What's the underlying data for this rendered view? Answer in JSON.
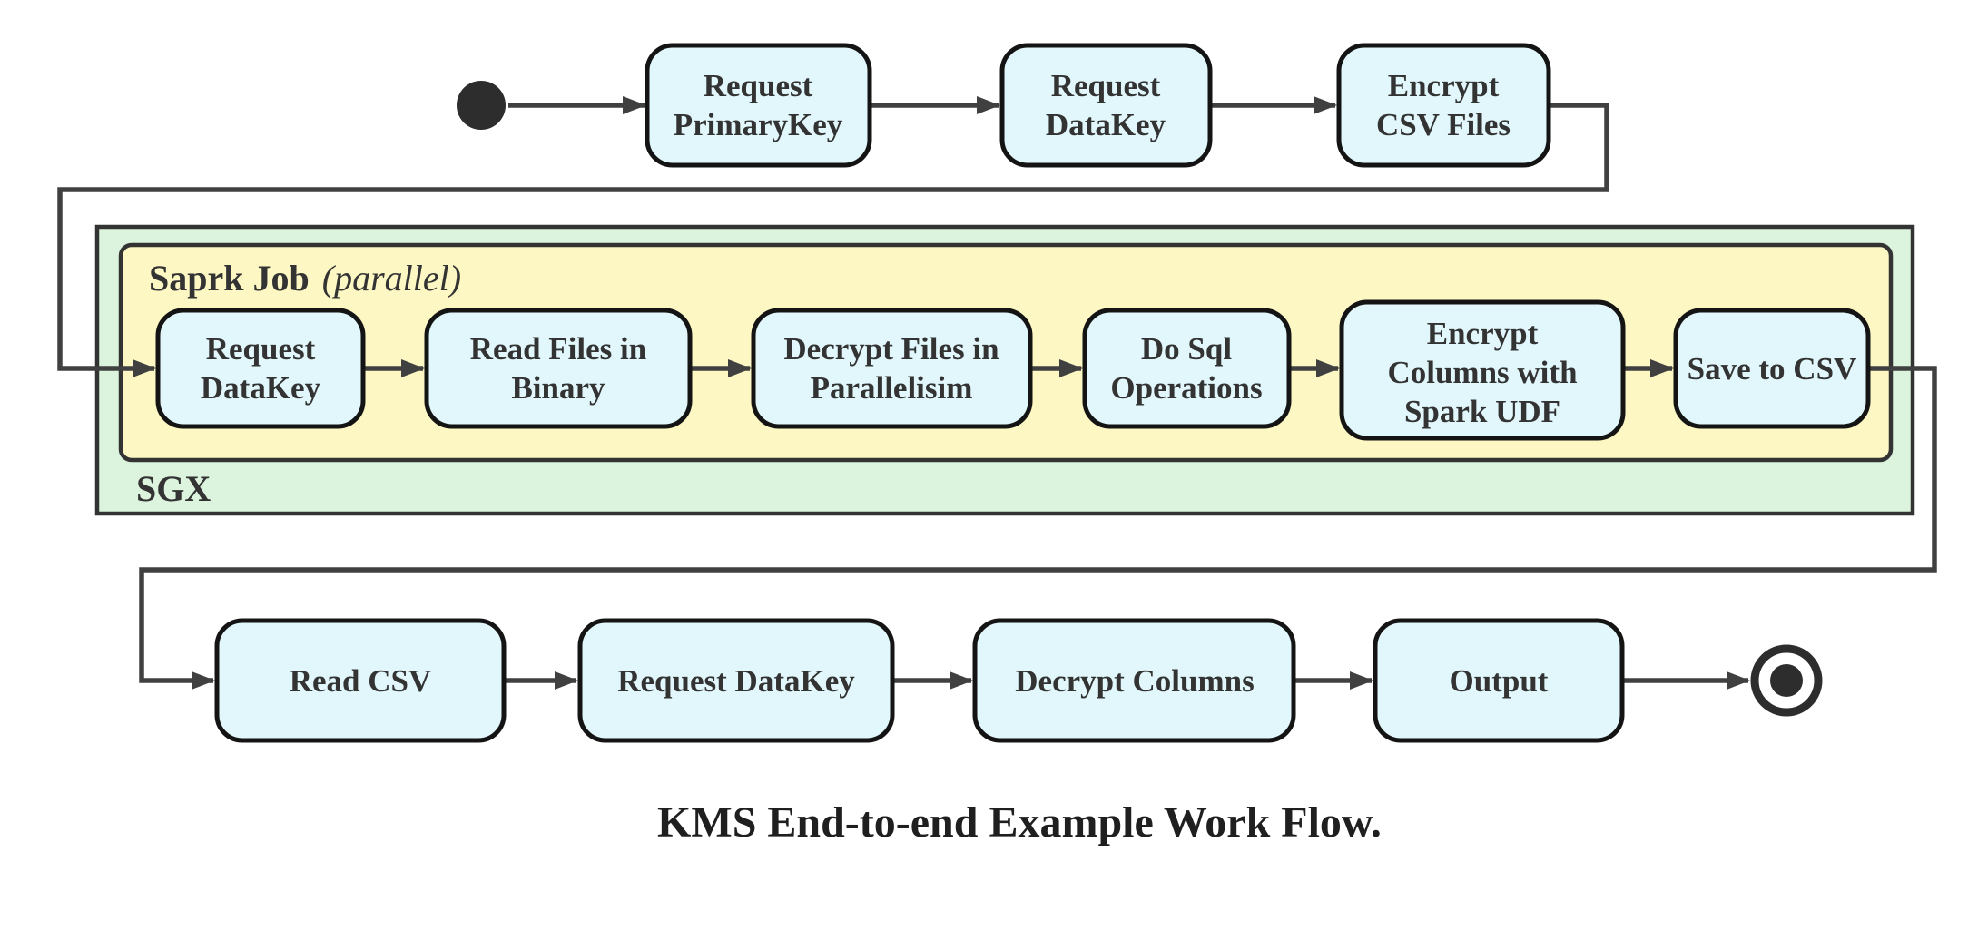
{
  "caption": "KMS End-to-end Example Work Flow.",
  "colors": {
    "node_fill": "#e1f7fb",
    "node_stroke": "#141414",
    "sgx_fill": "#dcf4dd",
    "spark_fill": "#fdf7c3",
    "container_stroke": "#333333",
    "edge_color": "#404040",
    "text_color": "#333333",
    "terminal_color": "#2d2d2d"
  },
  "containers": {
    "sgx": {
      "label": "SGX"
    },
    "spark": {
      "title": "Saprk Job",
      "qualifier": "(parallel)"
    }
  },
  "nodes": {
    "start": {
      "type": "initial-state"
    },
    "request_primarykey": {
      "label": "Request PrimaryKey",
      "line1": "Request",
      "line2": "PrimaryKey"
    },
    "request_datakey_top": {
      "label": "Request DataKey",
      "line1": "Request",
      "line2": "DataKey"
    },
    "encrypt_csv_files": {
      "label": "Encrypt CSV Files",
      "line1": "Encrypt",
      "line2": "CSV Files"
    },
    "request_datakey_sgx": {
      "label": "Request DataKey",
      "line1": "Request",
      "line2": "DataKey"
    },
    "read_files_in_binary": {
      "label": "Read Files in Binary",
      "line1": "Read Files in",
      "line2": "Binary"
    },
    "decrypt_files_in_parallelisim": {
      "label": "Decrypt Files in Parallelisim",
      "line1": "Decrypt Files in",
      "line2": "Parallelisim"
    },
    "do_sql_operations": {
      "label": "Do Sql Operations",
      "line1": "Do Sql",
      "line2": "Operations"
    },
    "encrypt_columns_with_spark_udf": {
      "label": "Encrypt Columns with Spark UDF",
      "line1": "Encrypt",
      "line2": "Columns with",
      "line3": "Spark UDF"
    },
    "save_to_csv": {
      "label": "Save to CSV"
    },
    "read_csv": {
      "label": "Read CSV"
    },
    "request_datakey_out": {
      "label": "Request DataKey"
    },
    "decrypt_columns": {
      "label": "Decrypt Columns"
    },
    "output": {
      "label": "Output"
    },
    "end": {
      "type": "final-state"
    }
  }
}
